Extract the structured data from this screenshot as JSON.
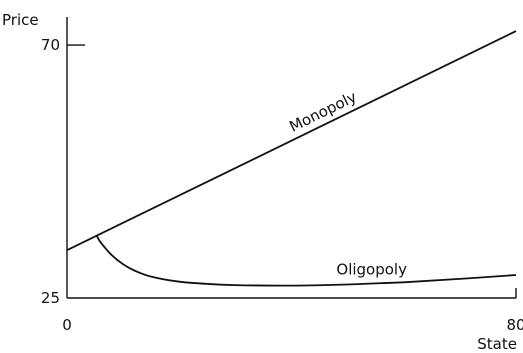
{
  "chart_data": {
    "type": "line",
    "ylabel": "Price",
    "xlabel": "State",
    "xlim": [
      0,
      80
    ],
    "ylim": [
      25,
      75
    ],
    "x_ticks": [
      {
        "value": 0,
        "label": "0"
      },
      {
        "value": 80,
        "label": "80"
      }
    ],
    "y_ticks": [
      {
        "value": 70,
        "label": "70"
      },
      {
        "value": 25,
        "label": "25"
      }
    ],
    "series": [
      {
        "name": "Monopoly",
        "points": [
          [
            0,
            33.5
          ],
          [
            80,
            72.5
          ]
        ]
      },
      {
        "name": "Oligopoly",
        "points": [
          [
            5.3,
            36.1
          ],
          [
            6,
            34.9
          ],
          [
            8,
            32.6
          ],
          [
            10,
            31.0
          ],
          [
            12,
            29.9
          ],
          [
            15,
            28.8
          ],
          [
            20,
            27.9
          ],
          [
            25,
            27.5
          ],
          [
            30,
            27.3
          ],
          [
            40,
            27.2
          ],
          [
            50,
            27.4
          ],
          [
            60,
            27.8
          ],
          [
            70,
            28.4
          ],
          [
            80,
            29.1
          ]
        ]
      }
    ],
    "grid": false
  }
}
